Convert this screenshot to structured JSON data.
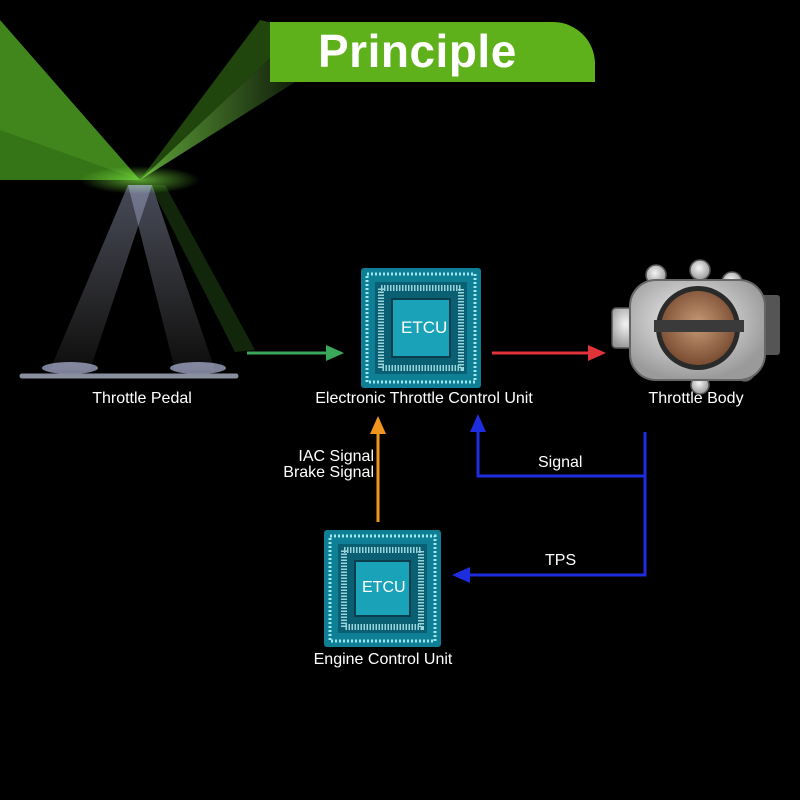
{
  "title": "Principle",
  "chips": {
    "top_chip_text": "ETCU",
    "bottom_chip_text": "ETCU"
  },
  "labels": {
    "throttle_pedal": "Throttle Pedal",
    "etcu": "Electronic Throttle Control Unit",
    "throttle_body": "Throttle Body",
    "ecu": "Engine Control Unit",
    "iac_signal": "IAC Signal",
    "brake_signal": "Brake Signal",
    "signal": "Signal",
    "tps": "TPS"
  },
  "colors": {
    "banner": "#5fb11c",
    "pedal_to_etcu_arrow": "#3aa85a",
    "etcu_to_body_arrow": "#e0343a",
    "ecu_to_etcu_arrow": "#f0961e",
    "feedback_lines": "#1f2de0",
    "chip": "#1aa3b8"
  }
}
